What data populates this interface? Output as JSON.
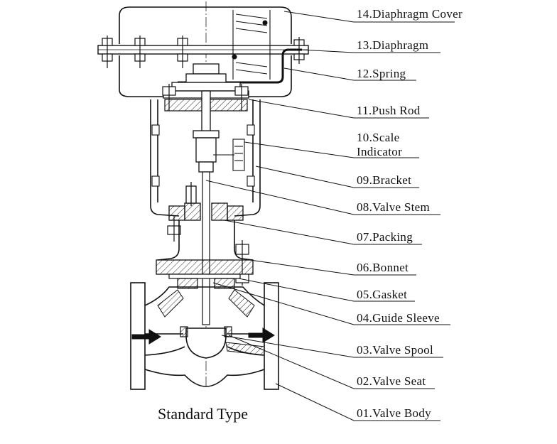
{
  "caption": "Standard Type",
  "parts": [
    {
      "label": "14.Diaphragm Cover"
    },
    {
      "label": "13.Diaphragm"
    },
    {
      "label": "12.Spring"
    },
    {
      "label": "11.Push Rod"
    },
    {
      "label_line1": "10.Scale",
      "label_line2": "Indicator"
    },
    {
      "label": "09.Bracket"
    },
    {
      "label": "08.Valve Stem"
    },
    {
      "label": "07.Packing"
    },
    {
      "label": "06.Bonnet"
    },
    {
      "label": "05.Gasket"
    },
    {
      "label": "04.Guide Sleeve"
    },
    {
      "label": "03.Valve Spool"
    },
    {
      "label": "02.Valve Seat"
    },
    {
      "label": "01.Valve Body"
    }
  ]
}
